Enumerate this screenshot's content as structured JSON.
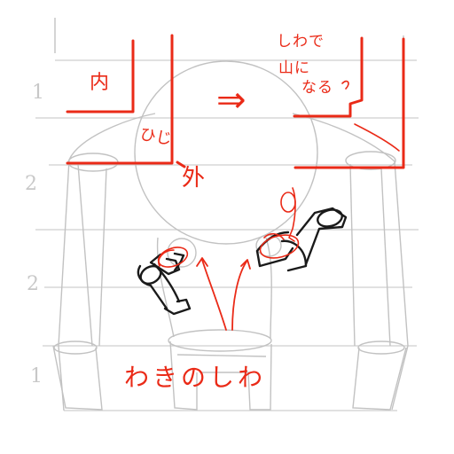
{
  "labels": {
    "inside": "内",
    "elbow": "ひじ",
    "outside": "外",
    "arrow": "⇒",
    "wrinkle_line1": "しわで",
    "wrinkle_line2": "山に",
    "wrinkle_line3": "なる",
    "armpit": "わきのしわ"
  },
  "row_numbers": [
    "1",
    "2",
    "2",
    "1"
  ],
  "colors": {
    "red_ink": "#ea2a17",
    "pencil": "#c8c8c8",
    "ink": "#1a1a1a"
  }
}
